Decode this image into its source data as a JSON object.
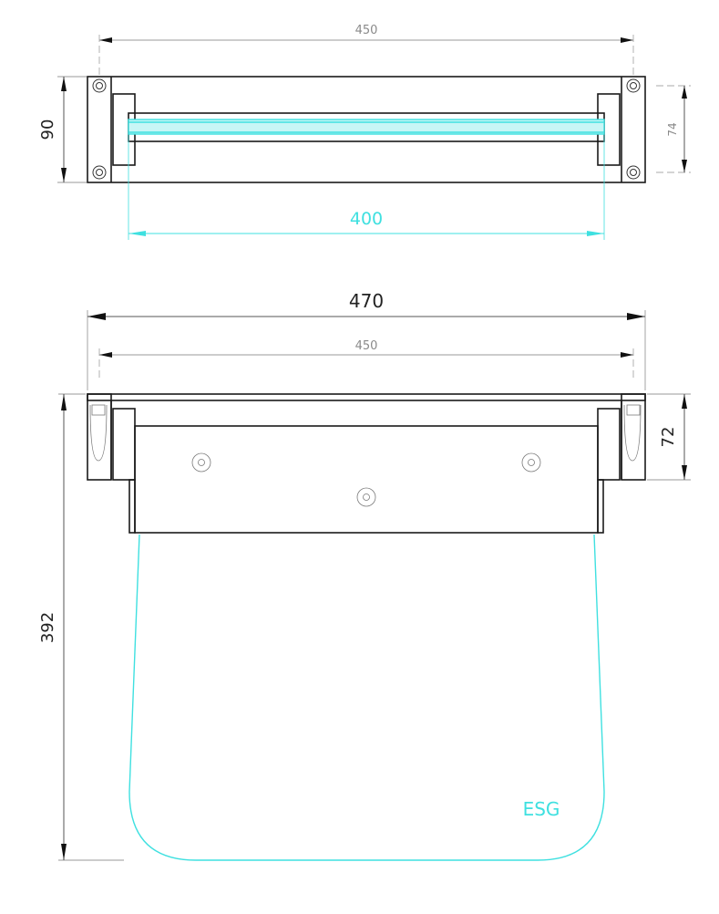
{
  "drawing": {
    "title": "Glass shelf with wall brackets - technical drawing",
    "top_view": {
      "dim_overall_width": "450",
      "dim_height": "90",
      "dim_screw_spacing": "74",
      "dim_glass_width": "400"
    },
    "front_view": {
      "dim_total_width": "470",
      "dim_bracket_width": "450",
      "dim_bracket_height": "72",
      "dim_total_depth": "392",
      "glass_label": "ESG"
    },
    "colors": {
      "outline": "#1a1a1a",
      "dimension": "#555555",
      "glass": "#3fe0e0"
    }
  }
}
